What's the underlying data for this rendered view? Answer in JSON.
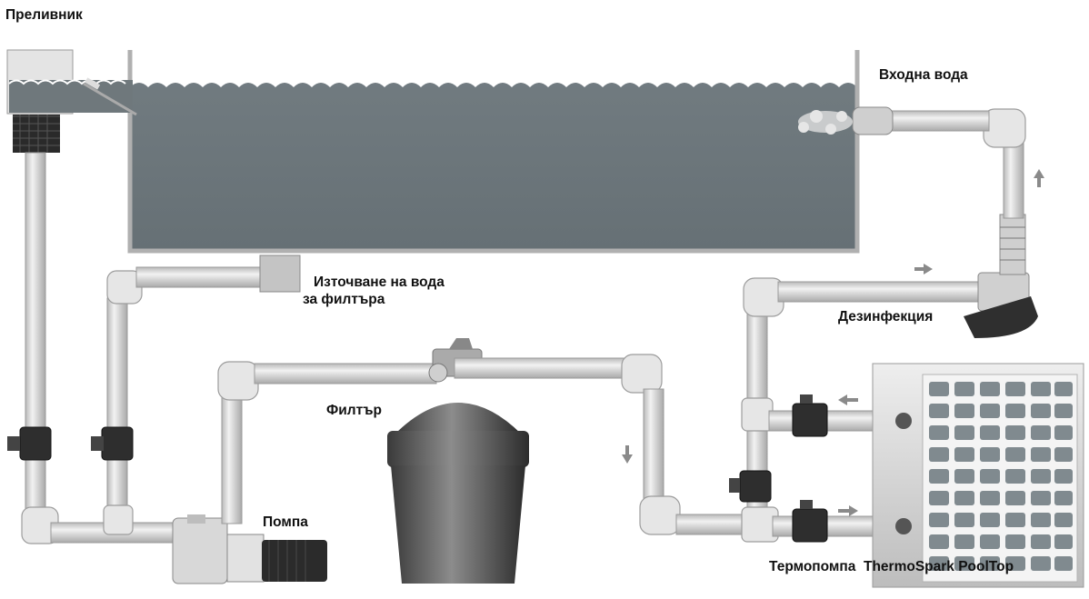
{
  "labels": {
    "overflow": "Преливник",
    "inlet_water": "Входна вода",
    "drain_line1": "Източване на вода",
    "drain_line2": "за филтъра",
    "disinfection": "Дезинфекция",
    "filter": "Филтър",
    "pump": "Помпа",
    "heat_pump": "Термопомпа  ThermoSpark PoolTop"
  },
  "colors": {
    "water": "#6b7579",
    "pool_wall": "#c8c8c8",
    "pipe": "#dcdcdc",
    "valve": "#2e2e2e",
    "arrow": "#8a8a8a"
  },
  "flow_arrows": [
    "up",
    "right",
    "down",
    "left",
    "right"
  ]
}
